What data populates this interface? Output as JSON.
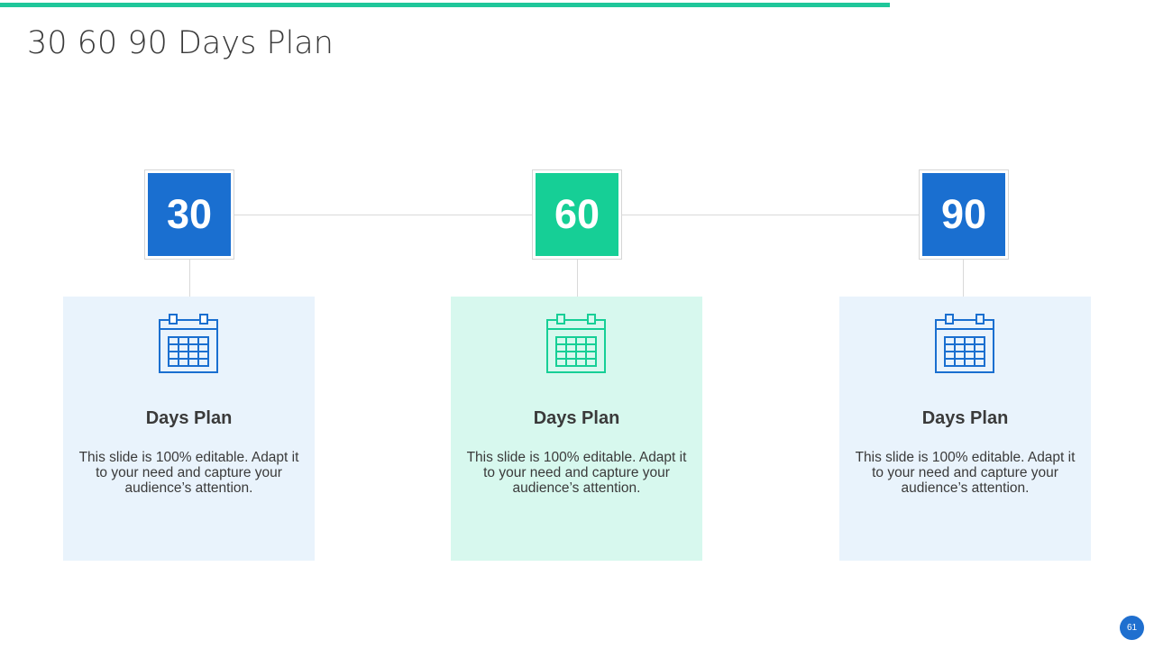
{
  "slide": {
    "title": "30 60 90 Days Plan",
    "page_number": "61",
    "accent_color": "#1fc79a"
  },
  "plans": [
    {
      "number": "30",
      "color": "#1a6fd0",
      "card_background": "#e9f3fc",
      "icon": "calendar-icon",
      "heading": "Days Plan",
      "text": "This slide is 100% editable. Adapt it to your  need and capture your audience’s attention."
    },
    {
      "number": "60",
      "color": "#16cf96",
      "card_background": "#d7f8ee",
      "icon": "calendar-icon",
      "heading": "Days Plan",
      "text": "This slide is 100% editable. Adapt it to your  need and capture your audience’s attention."
    },
    {
      "number": "90",
      "color": "#1a6fd0",
      "card_background": "#e9f3fc",
      "icon": "calendar-icon",
      "heading": "Days Plan",
      "text": "This slide is 100% editable. Adapt it to your  need and capture your audience’s attention."
    }
  ]
}
